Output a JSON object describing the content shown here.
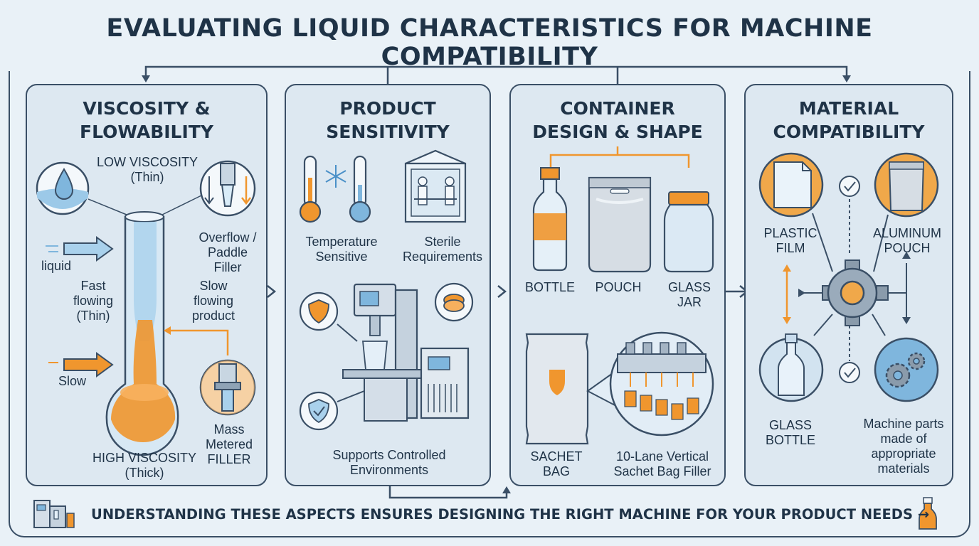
{
  "title": "EVALUATING LIQUID CHARACTERISTICS FOR MACHINE COMPATIBILITY",
  "panels": [
    {
      "title": "VISCOSITY &\nFLOWABILITY",
      "labels": {
        "low": "LOW VISCOSITY\n(Thin)",
        "liquid": "liquid",
        "fast": "Fast\nflowing\n(Thin)",
        "slow": "Slow",
        "overflow": "Overflow /\nPaddle\nFiller",
        "slow_flow": "Slow\nflowing\nproduct",
        "mass": "Mass\nMetered\nFILLER",
        "high": "HIGH VISCOSITY\n(Thick)"
      }
    },
    {
      "title": "PRODUCT\nSENSITIVITY",
      "labels": {
        "temp": "Temperature\nSensitive",
        "sterile": "Sterile\nRequirements",
        "controlled": "Supports Controlled\nEnvironments"
      }
    },
    {
      "title": "CONTAINER\nDESIGN & SHAPE",
      "labels": {
        "bottle": "BOTTLE",
        "pouch": "POUCH",
        "jar": "GLASS\nJAR",
        "sachet": "SACHET\nBAG",
        "filler": "10-Lane Vertical\nSachet Bag Filler"
      }
    },
    {
      "title": "MATERIAL\nCOMPATIBILITY",
      "labels": {
        "film": "PLASTIC\nFILM",
        "alu": "ALUMINUM\nPOUCH",
        "glass": "GLASS\nBOTTLE",
        "parts": "Machine parts\nmade of\nappropriate\nmaterials"
      }
    }
  ],
  "footer": "UNDERSTANDING THESE ASPECTS ENSURES DESIGNING THE RIGHT MACHINE FOR YOUR PRODUCT NEEDS →",
  "colors": {
    "accent": "#f0962e",
    "outline": "#3a4f66",
    "panel": "#dde8f1",
    "background": "#e9f1f7",
    "liquid_blue": "#7fb6dd"
  }
}
